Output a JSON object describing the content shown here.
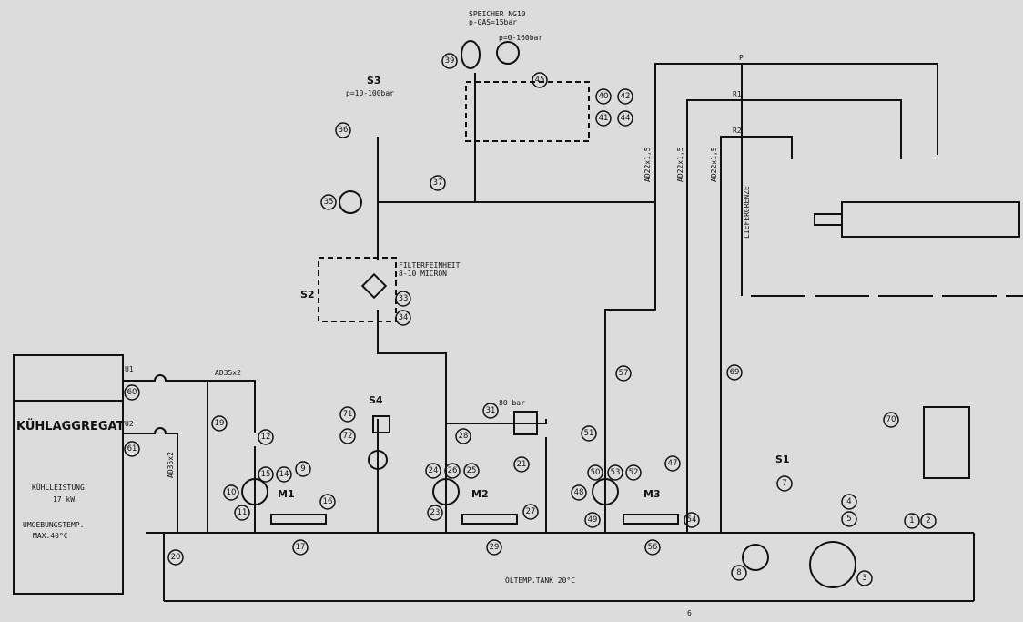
{
  "colors": {
    "background": "#dcdcdc",
    "line": "#111111"
  },
  "labels": {
    "speicher_1": "SPEICHER NG10",
    "speicher_2": "p-GAS=15bar",
    "p_range_gauge": "p=0-160bar",
    "s3": "S3",
    "s3_range": "p=10-100bar",
    "s2": "S2",
    "s4": "S4",
    "s1": "S1",
    "filter_1": "FILTERFEINHEIT",
    "filter_2": "8-10 MICRON",
    "p_port": "P",
    "r1_port": "R1",
    "r2_port": "R2",
    "pipe_1": "AD22x1,5",
    "pipe_2": "AD22x1,5",
    "pipe_3": "AD22x1,5",
    "liefergrenze": "LIEFERGRENZE",
    "relief_80": "80 bar",
    "u1": "U1",
    "u2": "U2",
    "pipe_ad35_1": "AD35x2",
    "pipe_ad35_2": "AD35x2",
    "cooler_title": "KÜHLAGGREGAT",
    "cooler_power_1": "KÜHLLEISTUNG",
    "cooler_power_2": "17 kW",
    "cooler_env_1": "UMGEBUNGSTEMP.",
    "cooler_env_2": "MAX.40°C",
    "tank_temp": "ÖLTEMP.TANK 20°C",
    "m1": "M1",
    "m2": "M2",
    "m3": "M3",
    "ground_6": "6"
  },
  "numbers": [
    "1",
    "2",
    "3",
    "4",
    "5",
    "7",
    "8",
    "9",
    "10",
    "11",
    "12",
    "14",
    "15",
    "16",
    "17",
    "19",
    "20",
    "21",
    "23",
    "24",
    "25",
    "26",
    "27",
    "28",
    "29",
    "31",
    "33",
    "34",
    "35",
    "36",
    "37",
    "39",
    "40",
    "41",
    "42",
    "44",
    "45",
    "47",
    "48",
    "49",
    "50",
    "51",
    "52",
    "53",
    "54",
    "56",
    "57",
    "60",
    "61",
    "69",
    "70",
    "71",
    "72"
  ]
}
